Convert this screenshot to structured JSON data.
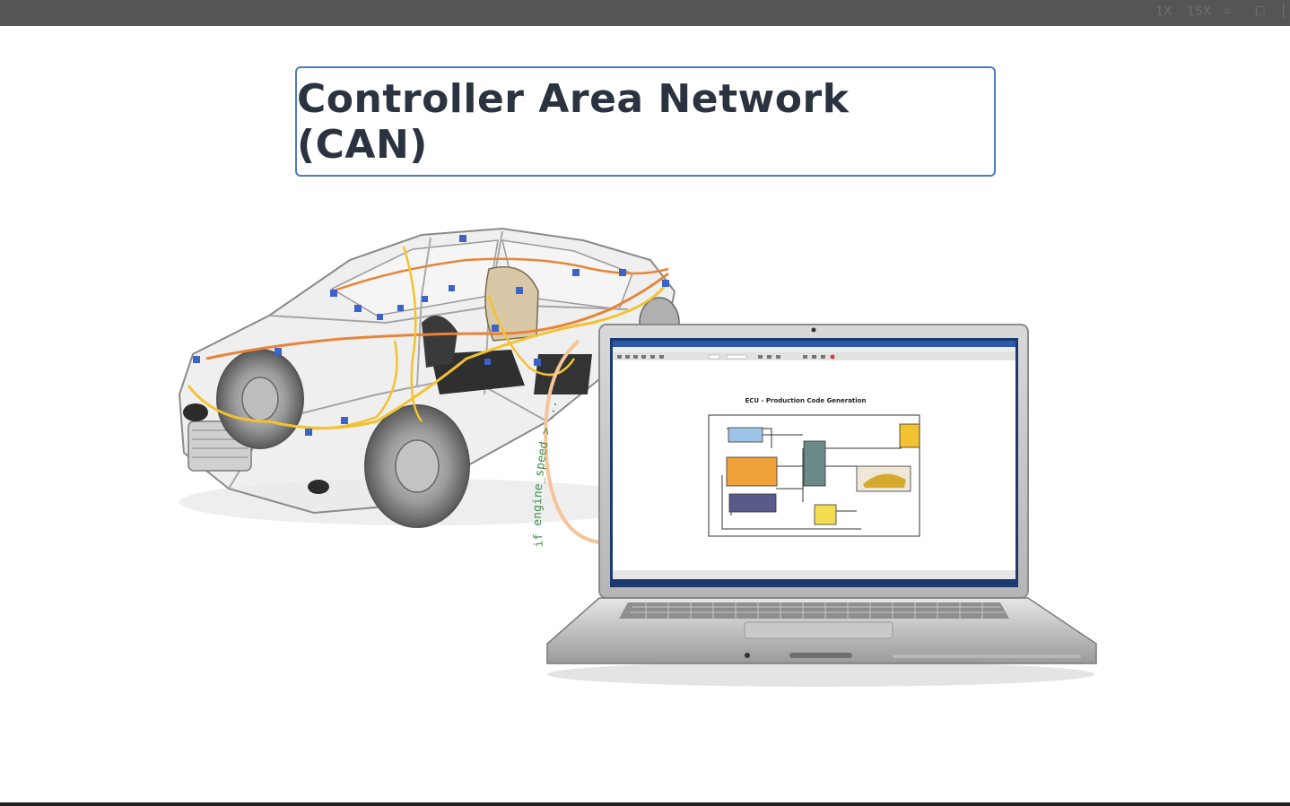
{
  "window": {
    "zoom_1x": "1X",
    "zoom_15x": "15X"
  },
  "slide": {
    "title": "Controller Area Network (CAN)"
  },
  "screen": {
    "diagram_title": "ECU - Production Code Generation",
    "arc_text": "if engine_speed > ..."
  },
  "colors": {
    "title_border": "#4f79c4",
    "title_text": "#2a333f",
    "wire_orange": "#e8843a",
    "wire_yellow": "#f2c230",
    "node_blue": "#3b63c8",
    "code_green": "#3f8f4a"
  }
}
